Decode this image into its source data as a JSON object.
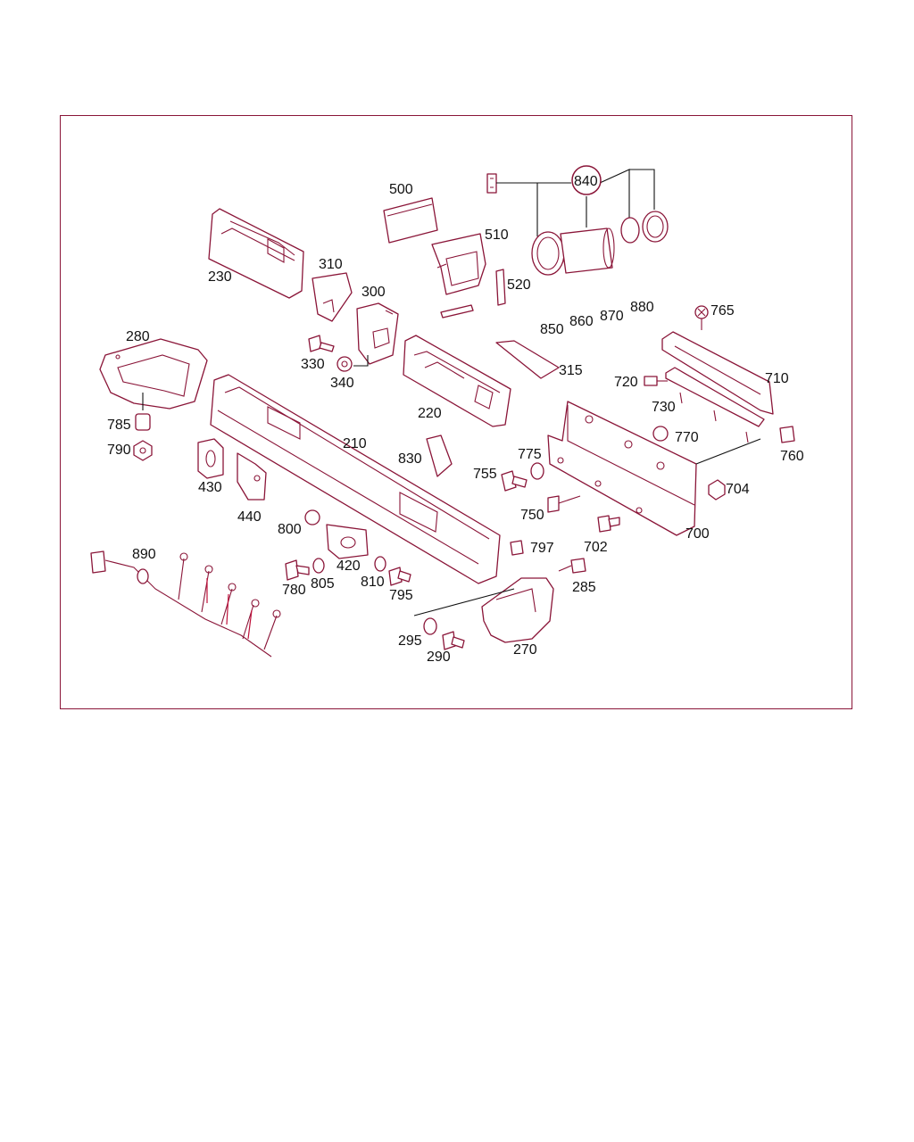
{
  "diagram": {
    "colors": {
      "frame": "#8a1538",
      "part_line": "#8a1538",
      "label": "#111111",
      "leader": "#111111",
      "wire": "#c0103a"
    },
    "callouts": [
      "500",
      "840",
      "510",
      "230",
      "310",
      "300",
      "520",
      "765",
      "850",
      "860",
      "870",
      "880",
      "280",
      "330",
      "340",
      "315",
      "710",
      "720",
      "220",
      "730",
      "785",
      "210",
      "790",
      "830",
      "775",
      "770",
      "760",
      "755",
      "430",
      "704",
      "750",
      "440",
      "700",
      "797",
      "702",
      "800",
      "890",
      "420",
      "285",
      "780",
      "805",
      "810",
      "795",
      "295",
      "270",
      "290"
    ]
  }
}
